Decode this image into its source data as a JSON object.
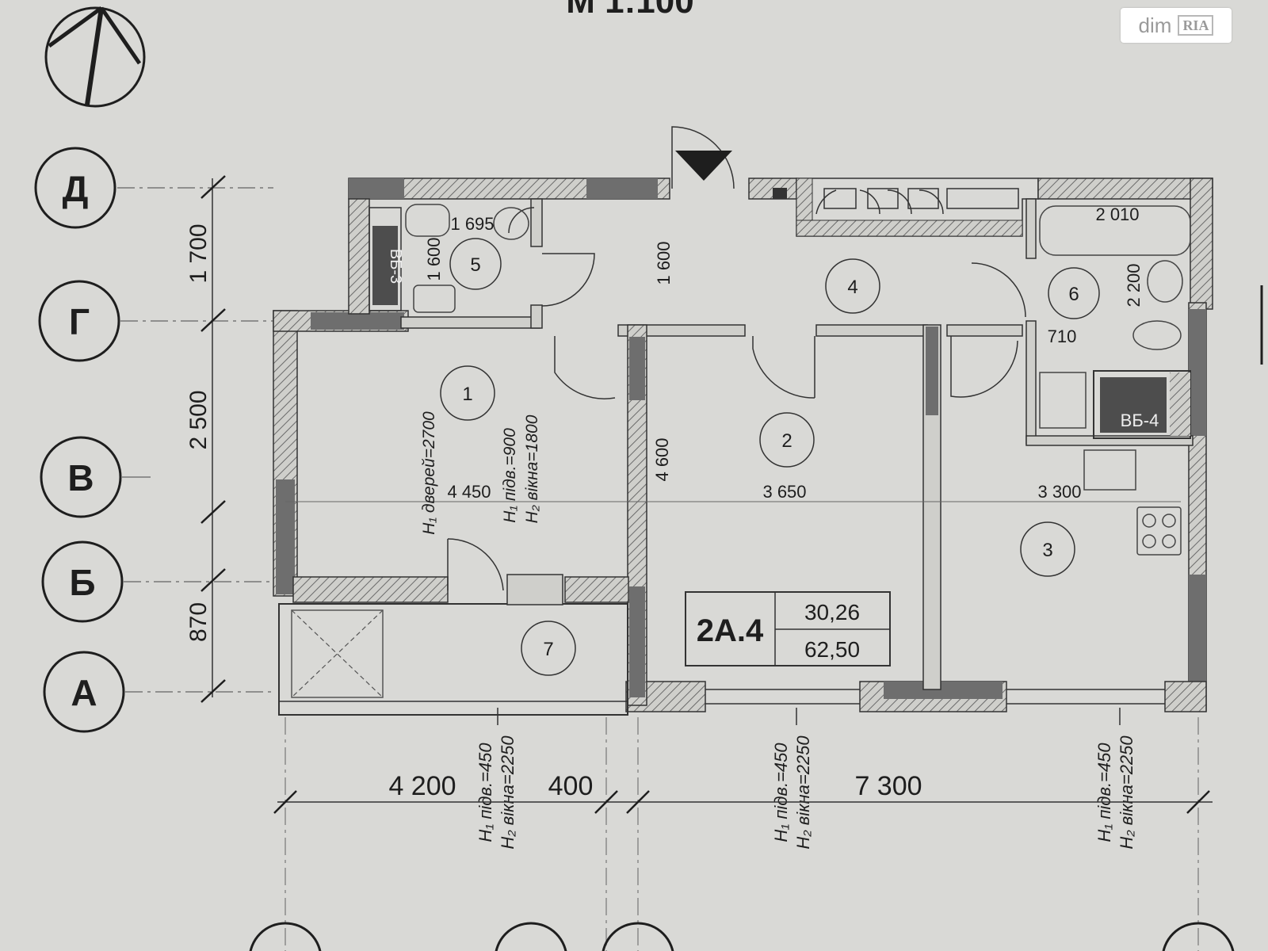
{
  "scale_title": "М 1:100",
  "watermark": {
    "text": "dim",
    "logo": "RIA"
  },
  "axes": [
    "Д",
    "Г",
    "В",
    "Б",
    "А"
  ],
  "left_dims": [
    "1 700",
    "2 500",
    "870"
  ],
  "bottom_dims": [
    "4 200",
    "400",
    "7 300"
  ],
  "rooms": [
    "1",
    "2",
    "3",
    "4",
    "5",
    "6",
    "7"
  ],
  "room_dims": {
    "r5_w": "1 695",
    "r5_h": "1 600",
    "hall_h": "1 600",
    "bath_w": "2 010",
    "bath_h": "2 200",
    "bath_small": "710",
    "r1_w": "4 450",
    "r2_w": "3 650",
    "r2_h": "4 600",
    "r3_w": "3 300"
  },
  "vent_labels": [
    "ВБ-3",
    "ВБ-4"
  ],
  "room1_notes": [
    "H₁ дверей=2700",
    "H₁ підв.=900",
    "H₂ вікна=1800"
  ],
  "window_notes": [
    "H₁ підв.=450",
    "H₂ вікна=2250"
  ],
  "apartment": {
    "code": "2А.4",
    "living_area": "30,26",
    "total_area": "62,50"
  }
}
